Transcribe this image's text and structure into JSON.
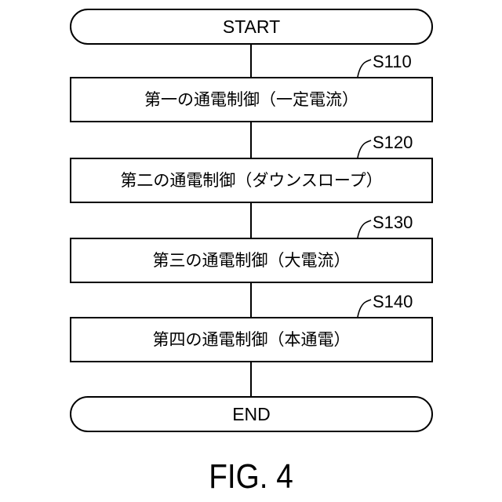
{
  "flowchart": {
    "start_label": "START",
    "end_label": "END",
    "steps": [
      {
        "id": "S110",
        "text": "第一の通電制御（一定電流）"
      },
      {
        "id": "S120",
        "text": "第二の通電制御（ダウンスロープ）"
      },
      {
        "id": "S130",
        "text": "第三の通電制御（大電流）"
      },
      {
        "id": "S140",
        "text": "第四の通電制御（本通電）"
      }
    ]
  },
  "caption": "FIG. 4"
}
